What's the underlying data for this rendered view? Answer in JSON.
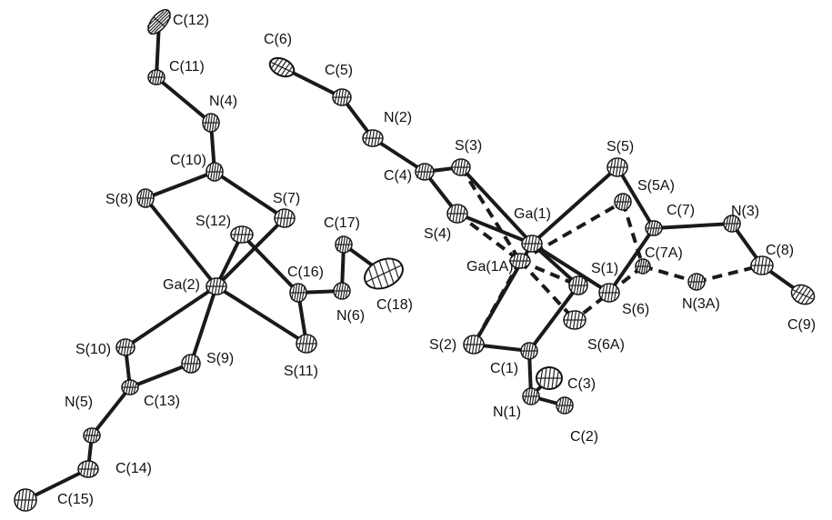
{
  "atoms": [
    {
      "id": "C12",
      "label": "C(12)"
    },
    {
      "id": "C11",
      "label": "C(11)"
    },
    {
      "id": "N4",
      "label": "N(4)"
    },
    {
      "id": "C10",
      "label": "C(10)"
    },
    {
      "id": "S8",
      "label": "S(8)"
    },
    {
      "id": "S7",
      "label": "S(7)"
    },
    {
      "id": "S12",
      "label": "S(12)"
    },
    {
      "id": "Ga2",
      "label": "Ga(2)"
    },
    {
      "id": "C17",
      "label": "C(17)"
    },
    {
      "id": "C16",
      "label": "C(16)"
    },
    {
      "id": "N6",
      "label": "N(6)"
    },
    {
      "id": "C18",
      "label": "C(18)"
    },
    {
      "id": "S10",
      "label": "S(10)"
    },
    {
      "id": "S9",
      "label": "S(9)"
    },
    {
      "id": "S11",
      "label": "S(11)"
    },
    {
      "id": "C13",
      "label": "C(13)"
    },
    {
      "id": "N5",
      "label": "N(5)"
    },
    {
      "id": "C14",
      "label": "C(14)"
    },
    {
      "id": "C15",
      "label": "C(15)"
    },
    {
      "id": "C6",
      "label": "C(6)"
    },
    {
      "id": "C5",
      "label": "C(5)"
    },
    {
      "id": "N2",
      "label": "N(2)"
    },
    {
      "id": "C4",
      "label": "C(4)"
    },
    {
      "id": "S3",
      "label": "S(3)"
    },
    {
      "id": "S4",
      "label": "S(4)"
    },
    {
      "id": "Ga1",
      "label": "Ga(1)"
    },
    {
      "id": "Ga1A",
      "label": "Ga(1A)"
    },
    {
      "id": "S5",
      "label": "S(5)"
    },
    {
      "id": "S5A",
      "label": "S(5A)"
    },
    {
      "id": "C7",
      "label": "C(7)"
    },
    {
      "id": "N3",
      "label": "N(3)"
    },
    {
      "id": "C8",
      "label": "C(8)"
    },
    {
      "id": "C9",
      "label": "C(9)"
    },
    {
      "id": "C7A",
      "label": "C(7A)"
    },
    {
      "id": "N3A",
      "label": "N(3A)"
    },
    {
      "id": "S1",
      "label": "S(1)"
    },
    {
      "id": "S6",
      "label": "S(6)"
    },
    {
      "id": "S6A",
      "label": "S(6A)"
    },
    {
      "id": "S2",
      "label": "S(2)"
    },
    {
      "id": "C1",
      "label": "C(1)"
    },
    {
      "id": "C3",
      "label": "C(3)"
    },
    {
      "id": "N1",
      "label": "N(1)"
    },
    {
      "id": "C2",
      "label": "C(2)"
    }
  ],
  "bonds": [
    [
      "C12",
      "C11",
      "solid"
    ],
    [
      "C11",
      "N4",
      "solid"
    ],
    [
      "N4",
      "C10",
      "solid"
    ],
    [
      "C10",
      "S8",
      "solid"
    ],
    [
      "C10",
      "S7",
      "solid"
    ],
    [
      "S8",
      "Ga2",
      "solid"
    ],
    [
      "S7",
      "Ga2",
      "solid"
    ],
    [
      "S12",
      "Ga2",
      "solid"
    ],
    [
      "S12",
      "C16",
      "solid"
    ],
    [
      "C16",
      "S11",
      "solid"
    ],
    [
      "Ga2",
      "S11",
      "solid"
    ],
    [
      "C16",
      "N6",
      "solid"
    ],
    [
      "N6",
      "C17",
      "solid"
    ],
    [
      "C17",
      "C18",
      "solid"
    ],
    [
      "Ga2",
      "S10",
      "solid"
    ],
    [
      "Ga2",
      "S9",
      "solid"
    ],
    [
      "S10",
      "C13",
      "solid"
    ],
    [
      "S9",
      "C13",
      "solid"
    ],
    [
      "C13",
      "N5",
      "solid"
    ],
    [
      "N5",
      "C14",
      "solid"
    ],
    [
      "C14",
      "C15",
      "solid"
    ],
    [
      "C6",
      "C5",
      "solid"
    ],
    [
      "C5",
      "N2",
      "solid"
    ],
    [
      "N2",
      "C4",
      "solid"
    ],
    [
      "C4",
      "S3",
      "solid"
    ],
    [
      "C4",
      "S4",
      "solid"
    ],
    [
      "S3",
      "Ga1",
      "solid"
    ],
    [
      "S4",
      "Ga1",
      "solid"
    ],
    [
      "S5",
      "Ga1",
      "solid"
    ],
    [
      "S5",
      "C7",
      "solid"
    ],
    [
      "C7",
      "N3",
      "solid"
    ],
    [
      "N3",
      "C8",
      "solid"
    ],
    [
      "C8",
      "C9",
      "solid"
    ],
    [
      "C7",
      "S6",
      "solid"
    ],
    [
      "Ga1",
      "S6",
      "solid"
    ],
    [
      "Ga1",
      "S1",
      "solid"
    ],
    [
      "S1",
      "C1",
      "solid"
    ],
    [
      "S2",
      "C1",
      "solid"
    ],
    [
      "Ga1",
      "S2",
      "solid"
    ],
    [
      "C1",
      "N1",
      "solid"
    ],
    [
      "N1",
      "C2",
      "solid"
    ],
    [
      "N1",
      "C3",
      "solid"
    ],
    [
      "S3",
      "Ga1A",
      "dashed"
    ],
    [
      "S4",
      "Ga1A",
      "dashed"
    ],
    [
      "Ga1A",
      "S5A",
      "dashed"
    ],
    [
      "Ga1A",
      "S1",
      "dashed"
    ],
    [
      "Ga1A",
      "S2",
      "dashed"
    ],
    [
      "Ga1A",
      "S6A",
      "dashed"
    ],
    [
      "S5A",
      "C7A",
      "dashed"
    ],
    [
      "C7A",
      "S6A",
      "dashed"
    ],
    [
      "C7A",
      "N3A",
      "dashed"
    ],
    [
      "N3A",
      "C8",
      "dashed"
    ]
  ]
}
